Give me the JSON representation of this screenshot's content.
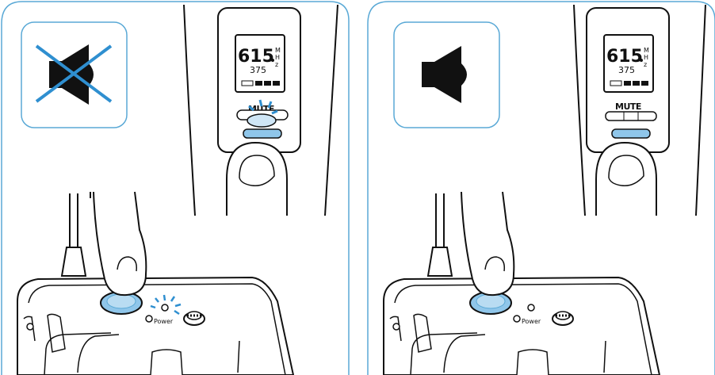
{
  "colors": {
    "frame": "#5aa9d6",
    "accent_blue": "#2f8fd0",
    "button_blue": "#8fc6ea",
    "outline": "#111111"
  },
  "panels": [
    {
      "state": "muted",
      "speaker_icon": "speaker-muted-icon",
      "display": {
        "freq": "615",
        "unit_letters": [
          "M",
          "H",
          "z"
        ],
        "channel": "375"
      },
      "button_label": "MUTE",
      "power_label": "Power"
    },
    {
      "state": "unmuted",
      "speaker_icon": "speaker-icon",
      "display": {
        "freq": "615",
        "unit_letters": [
          "M",
          "H",
          "z"
        ],
        "channel": "375"
      },
      "button_label": "MUTE",
      "power_label": "Power"
    }
  ]
}
